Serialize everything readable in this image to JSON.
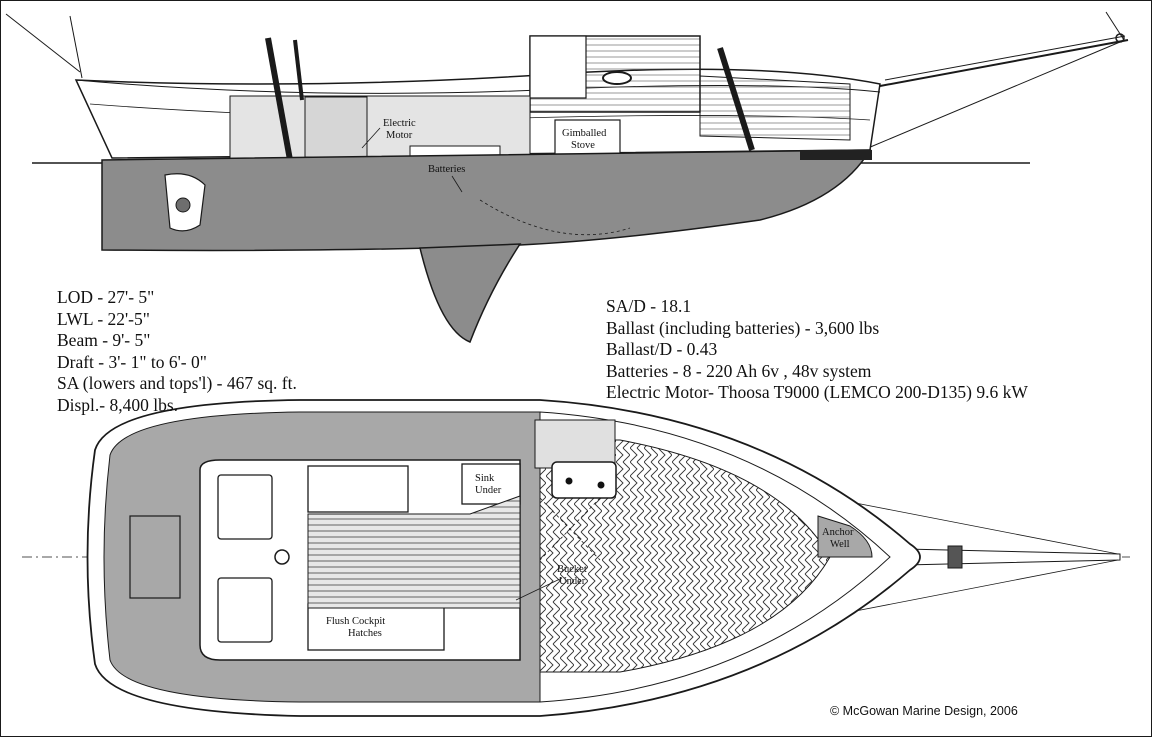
{
  "labels": {
    "electric_motor_line1": "Electric",
    "electric_motor_line2": "Motor",
    "batteries": "Batteries",
    "gimballed_line1": "Gimballed",
    "gimballed_line2": "Stove",
    "sink_line1": "Sink",
    "sink_line2": "Under",
    "bucket_line1": "Bucket",
    "bucket_line2": "Under",
    "anchor_line1": "Anchor",
    "anchor_line2": "Well",
    "hatches_line1": "Flush Cockpit",
    "hatches_line2": "Hatches"
  },
  "specs_left": [
    "LOD - 27'- 5\"",
    "LWL - 22'-5\"",
    "Beam - 9'- 5\"",
    "Draft - 3'- 1\" to 6'- 0\"",
    "SA (lowers and tops'l) - 467 sq. ft.",
    "Displ.- 8,400 lbs."
  ],
  "specs_right": [
    "SA/D - 18.1",
    "Ballast (including batteries) - 3,600 lbs",
    "Ballast/D - 0.43",
    "Batteries - 8 - 220 Ah 6v , 48v system",
    "Electric Motor- Thoosa T9000 (LEMCO 200-D135) 9.6 kW"
  ],
  "copyright": "© McGowan Marine Design, 2006",
  "colors": {
    "hull": "#8c8c8c",
    "hull_dark": "#6e6e6e",
    "deck": "#a8a8a8",
    "paper": "#ffffff",
    "line": "#1a1a1a"
  }
}
